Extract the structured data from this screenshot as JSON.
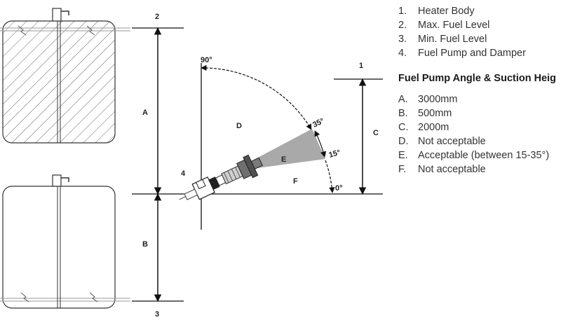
{
  "parts_list": [
    {
      "key": "1.",
      "text": "Heater Body"
    },
    {
      "key": "2.",
      "text": "Max. Fuel Level"
    },
    {
      "key": "3.",
      "text": "Min. Fuel Level"
    },
    {
      "key": "4.",
      "text": "Fuel Pump and Damper"
    }
  ],
  "section_heading": "Fuel Pump Angle & Suction Heig",
  "angles_list": [
    {
      "key": "A.",
      "text": "3000mm"
    },
    {
      "key": "B.",
      "text": "500mm"
    },
    {
      "key": "C.",
      "text": "2000m"
    },
    {
      "key": "D.",
      "text": "Not acceptable"
    },
    {
      "key": "E.",
      "text": "Acceptable (between 15-35°)"
    },
    {
      "key": "F.",
      "text": "Not acceptable"
    }
  ],
  "diagram": {
    "labels": {
      "level_2": "2",
      "level_3": "3",
      "level_1": "1",
      "dim_a": "A",
      "dim_b": "B",
      "dim_c": "C",
      "zone_d": "D",
      "zone_e": "E",
      "zone_f": "F",
      "pump": "4"
    },
    "angles": {
      "a90": "90°",
      "a35": "35°",
      "a15": "15°",
      "a0": "0°"
    }
  }
}
